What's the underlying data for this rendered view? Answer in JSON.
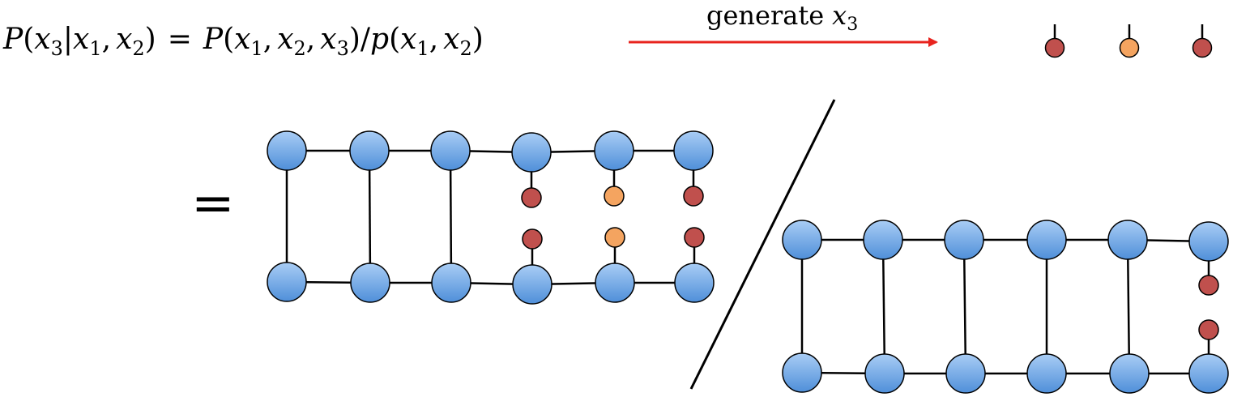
{
  "equation": {
    "lhs": {
      "P": "P",
      "open": "(",
      "var": "x",
      "sub": "3",
      "bar": "|",
      "cond1": "x",
      "cond1_sub": "1",
      "comma": ",",
      "cond2": "x",
      "cond2_sub": "2",
      "close": ")"
    },
    "equals": "=",
    "rhs_num": {
      "P": "P",
      "open": "(",
      "v1": "x",
      "s1": "1",
      "c1": ",",
      "v2": "x",
      "s2": "2",
      "c2": ",",
      "v3": "x",
      "s3": "3",
      "close": ")"
    },
    "slash": "/",
    "rhs_den": {
      "p": "p",
      "open": "(",
      "v1": "x",
      "s1": "1",
      "c1": ",",
      "v2": "x",
      "s2": "2",
      "close": ")"
    }
  },
  "arrow": {
    "label_text": "generate",
    "label_var": "x",
    "label_sub": "3",
    "color": "#e8231e"
  },
  "equals_sign": "=",
  "colors": {
    "node_fill_top": "#a9cdf5",
    "node_fill_bottom": "#4f8fd9",
    "sample_red": "#c0504d",
    "sample_orange": "#f4a460"
  },
  "samples": [
    "red",
    "orange",
    "red"
  ],
  "numerator_network": {
    "columns": 6,
    "open_legs_from_column": 4,
    "leg_colors": [
      "red",
      "orange",
      "red"
    ]
  },
  "denominator_network": {
    "columns": 6,
    "open_legs_from_column": 6,
    "leg_colors": [
      "red"
    ]
  }
}
